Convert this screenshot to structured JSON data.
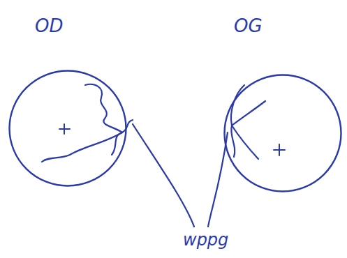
{
  "diagram": {
    "nodes": [
      {
        "text": [
          "OD"
        ]
      },
      {
        "text": [
          "OG"
        ]
      }
    ],
    "labels": [
      "wppg"
    ]
  }
}
